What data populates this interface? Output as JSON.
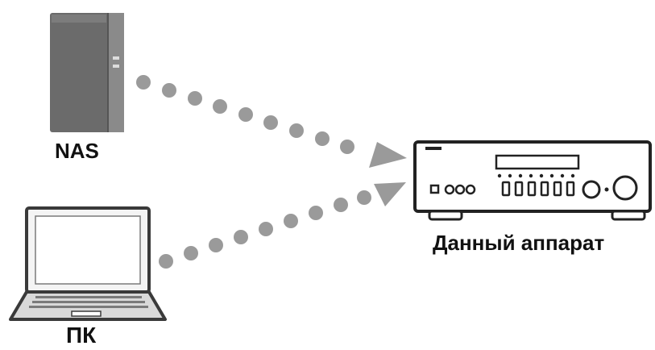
{
  "labels": {
    "nas": "NAS",
    "pc": "ПК",
    "device": "Данный аппарат"
  },
  "colors": {
    "device_stroke": "#222222",
    "nas_body": "#6b6b6b",
    "nas_side": "#8a8a8a",
    "dots": "#9a9a9a",
    "laptop_stroke": "#3a3a3a",
    "text": "#111111"
  },
  "icons": [
    "nas-icon",
    "laptop-icon",
    "receiver-icon",
    "arrow-icon"
  ]
}
